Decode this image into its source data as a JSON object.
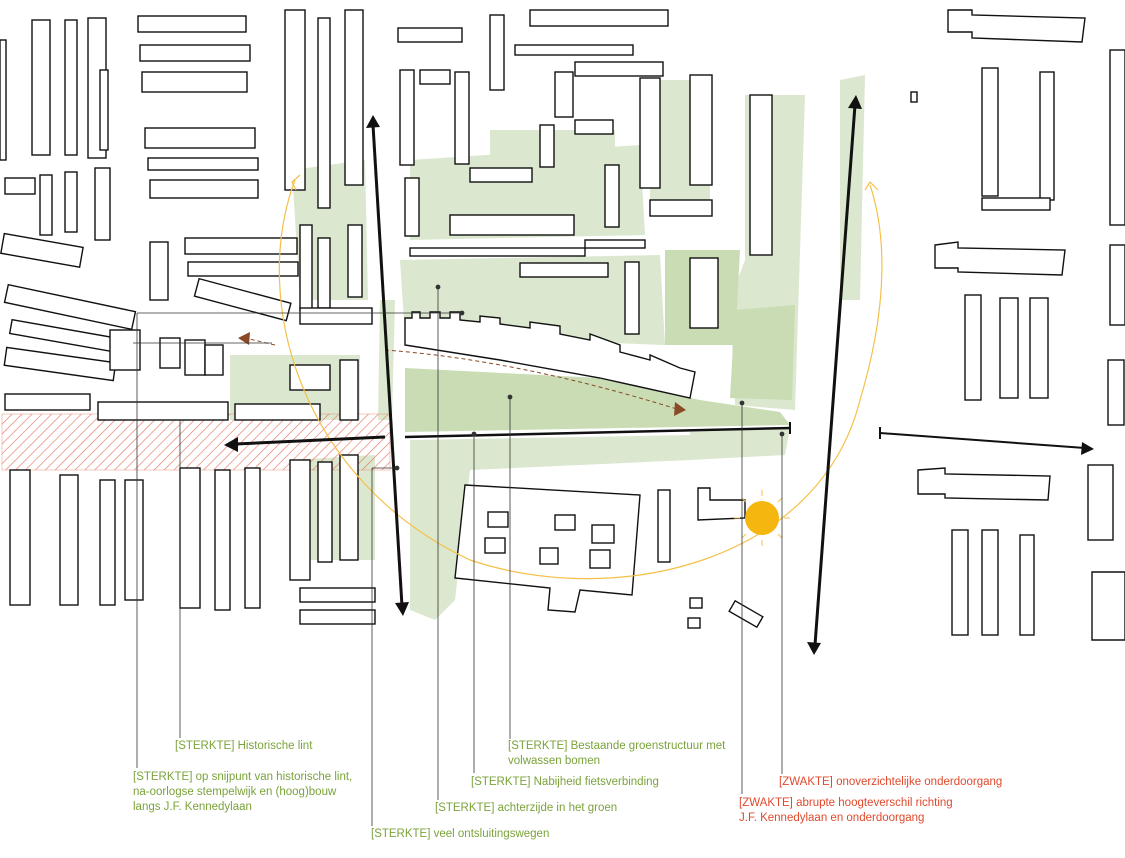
{
  "colors": {
    "strength": "#7aa33a",
    "weakness": "#e0492c",
    "green_space": "#dbe8cf",
    "green_space_dark": "#c9dcb4",
    "building_outline": "#111111",
    "sun": "#f5b60f",
    "sun_path": "#f5c04a",
    "movement_arrow": "#8b4a26",
    "hatch": "#e06a56"
  },
  "icons": {
    "sun": "sun-icon",
    "arrow": "arrow-icon"
  },
  "annotations": [
    {
      "id": "historische-lint",
      "type": "STERKTE",
      "text": "[STERKTE] Historische lint"
    },
    {
      "id": "snijpunt",
      "type": "STERKTE",
      "text": "[STERKTE] op snijpunt van historische lint, na-oorlogse stempelwijk en (hoog)bouw langs J.F. Kennedylaan",
      "lines": [
        "[STERKTE] op snijpunt van historische lint,",
        "na-oorlogse stempelwijk en (hoog)bouw",
        "langs J.F. Kennedylaan"
      ]
    },
    {
      "id": "groenstructuur",
      "type": "STERKTE",
      "text": "[STERKTE] Bestaande groenstructuur met volwassen bomen",
      "lines": [
        "[STERKTE] Bestaande groenstructuur met",
        "volwassen bomen"
      ]
    },
    {
      "id": "fietsverbinding",
      "type": "STERKTE",
      "text": "[STERKTE] Nabijheid fietsverbinding"
    },
    {
      "id": "achterzijde",
      "type": "STERKTE",
      "text": "[STERKTE] achterzijde in het groen"
    },
    {
      "id": "ontsluitingswegen",
      "type": "STERKTE",
      "text": "[STERKTE] veel ontsluitingswegen"
    },
    {
      "id": "onderdoorgang",
      "type": "ZWAKTE",
      "text": "[ZWAKTE] onoverzichtelijke onderdoorgang"
    },
    {
      "id": "hoogteverschil",
      "type": "ZWAKTE",
      "text": "[ZWAKTE] abrupte hoogteverschil richting J.F. Kennedylaan en onderdoorgang",
      "lines": [
        "[ZWAKTE] abrupte hoogteverschil richting",
        "J.F. Kennedylaan en onderdoorgang"
      ]
    }
  ]
}
